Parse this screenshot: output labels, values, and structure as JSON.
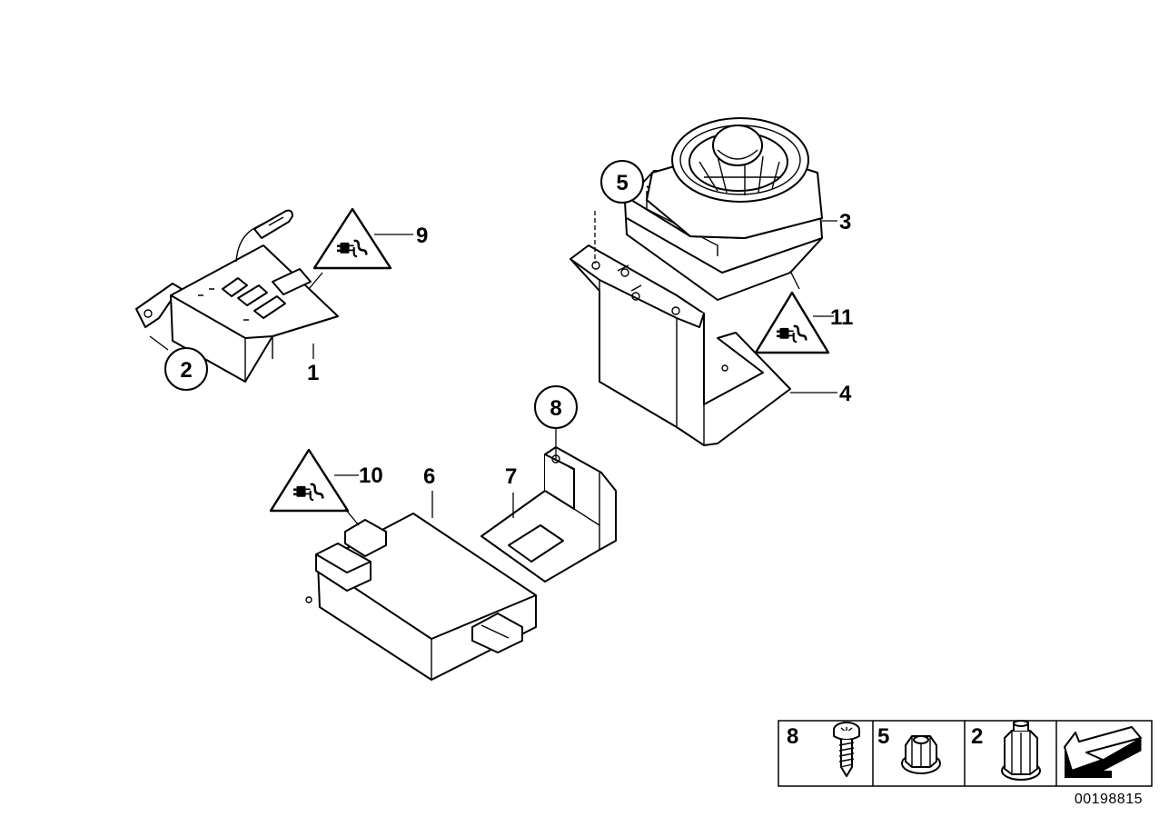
{
  "callouts": {
    "c1": "1",
    "c2": "2",
    "c3": "3",
    "c4": "4",
    "c5": "5",
    "c6": "6",
    "c7": "7",
    "c8": "8",
    "c9": "9",
    "c10": "10",
    "c11": "11"
  },
  "legend": {
    "cell1": "8",
    "cell2": "5",
    "cell3": "2"
  },
  "reference_number": "00198815",
  "icons": {
    "warning": "plug-connector-warning-icon",
    "screw": "screw-icon",
    "nut": "hex-nut-icon",
    "arrow": "direction-arrow-icon"
  }
}
